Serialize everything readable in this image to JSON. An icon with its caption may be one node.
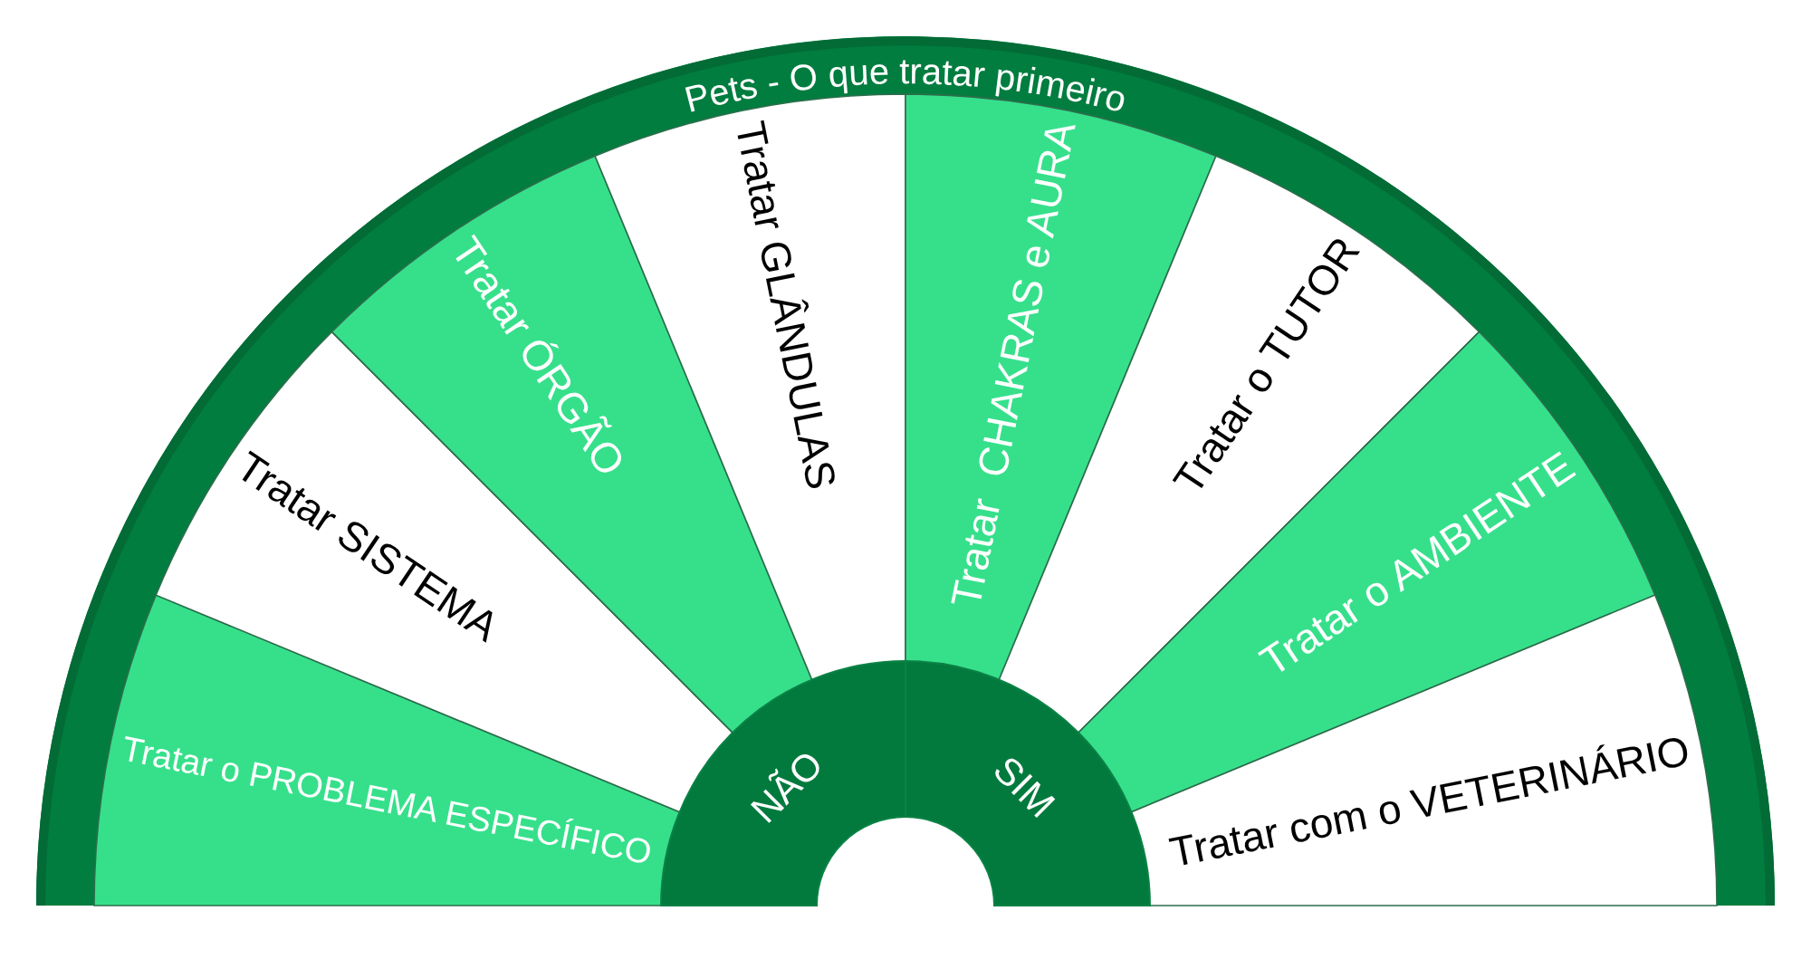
{
  "diagram": {
    "title": "Pets - O que tratar primeiro",
    "nodes": [
      {
        "text": [
          "Tratar o PROBLEMA ESPECÍFICO"
        ]
      },
      {
        "text": [
          "Tratar SISTEMA"
        ]
      },
      {
        "text": [
          "Tratar ÓRGÃO"
        ]
      },
      {
        "text": [
          "Tratar GLÂNDULAS"
        ]
      },
      {
        "text": [
          "Tratar  CHAKRAS e AURA"
        ]
      },
      {
        "text": [
          "Tratar o TUTOR"
        ]
      },
      {
        "text": [
          "Tratar o AMBIENTE"
        ]
      },
      {
        "text": [
          "Tratar com o VETERINÁRIO"
        ]
      },
      {
        "text": [
          "NÃO"
        ]
      },
      {
        "text": [
          "SIM"
        ]
      }
    ]
  }
}
